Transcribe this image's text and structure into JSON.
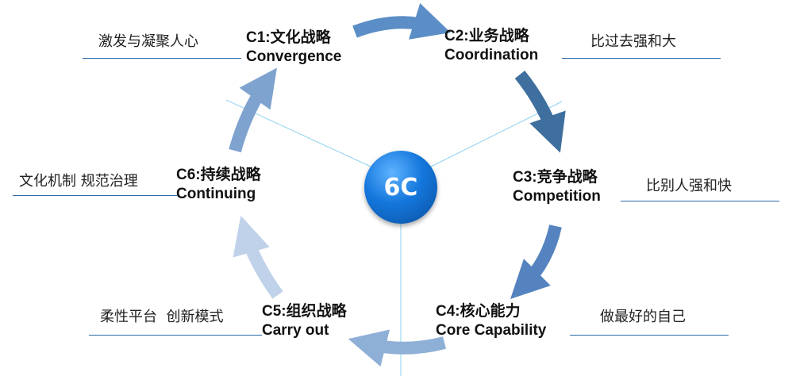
{
  "center": {
    "label": "6C"
  },
  "nodes": [
    {
      "code": "C1:文化战略",
      "en": "Convergence",
      "note": "激发与凝聚人心"
    },
    {
      "code": "C2:业务战略",
      "en": "Coordination",
      "note": "比过去强和大"
    },
    {
      "code": "C3:竞争战略",
      "en": "Competition",
      "note": "比别人强和快"
    },
    {
      "code": "C4:核心能力",
      "en": "Core Capability",
      "note": "做最好的自己"
    },
    {
      "code": "C5:组织战略",
      "en": "Carry out",
      "note": "柔性平台  创新模式"
    },
    {
      "code": "C6:持续战略",
      "en": "Continuing",
      "note": "文化机制 规范治理"
    }
  ],
  "colors": {
    "center": "#1477dc",
    "arrow_c1_c2": "#5b8ec6",
    "arrow_c2_c3": "#3f6f9e",
    "arrow_c3_c4": "#5583bf",
    "arrow_c4_c5": "#8fb0d6",
    "arrow_c5_c6": "#bfd2ea",
    "arrow_c6_c1": "#7ea3cf",
    "spoke": "#8fd3ef",
    "underline": "#2a6aa8"
  }
}
